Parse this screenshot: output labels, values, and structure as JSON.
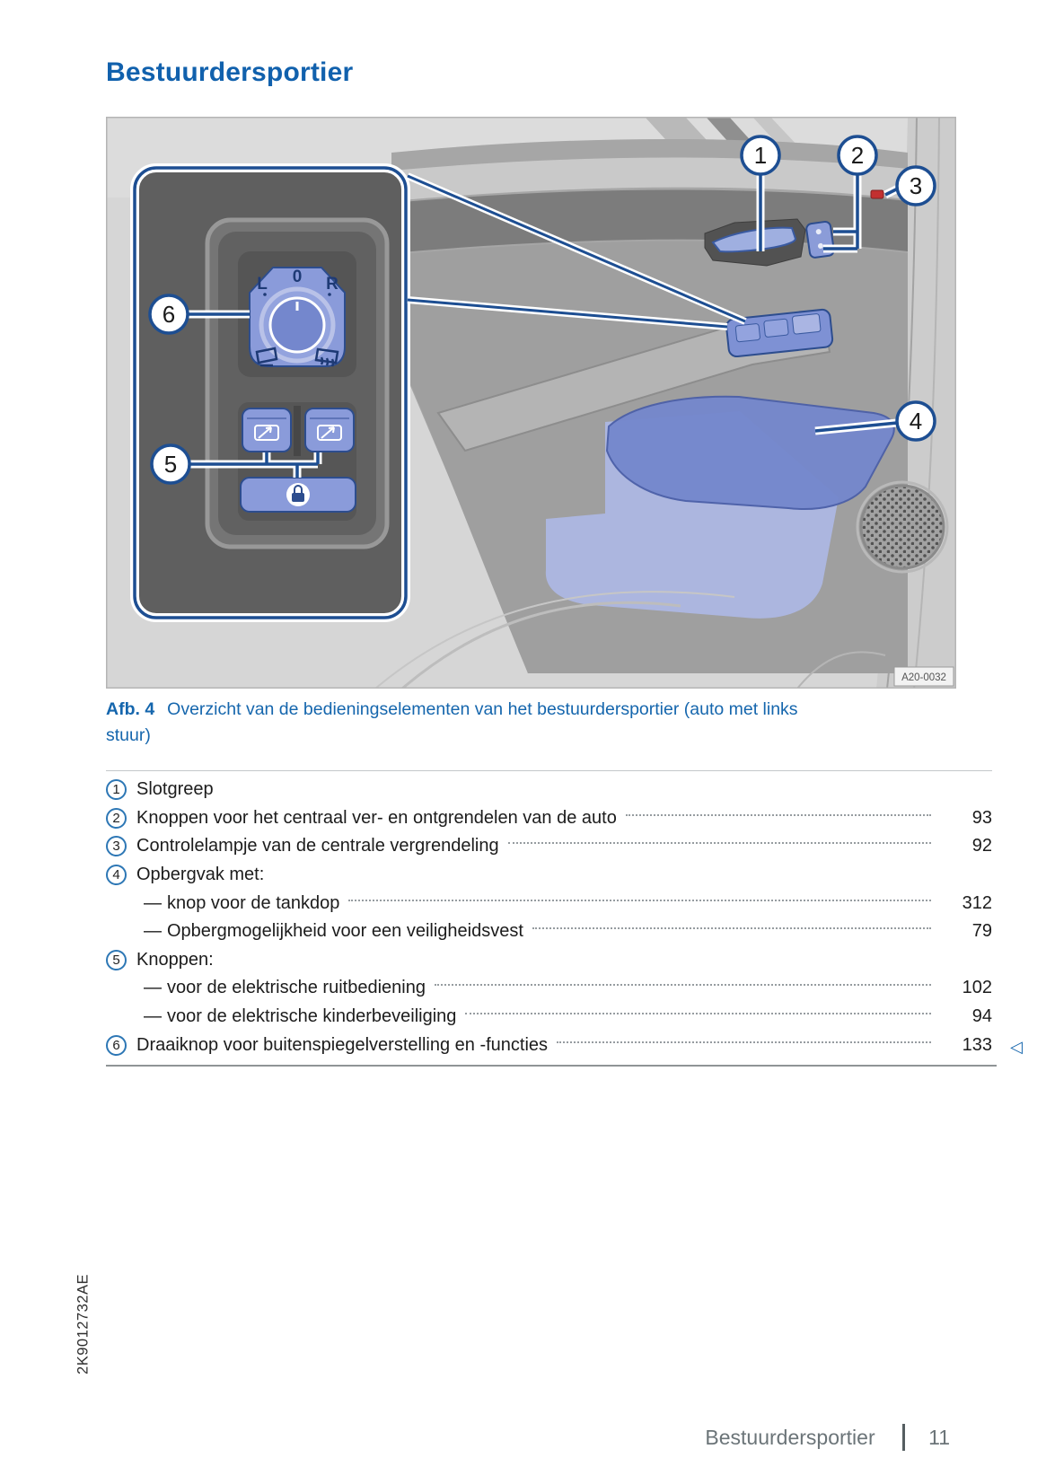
{
  "page": {
    "title": "Bestuurdersportier",
    "side_code": "2K9012732AE",
    "footer": {
      "section": "Bestuurdersportier",
      "page_number": "11"
    }
  },
  "figure": {
    "caption_label": "Afb. 4",
    "caption_text": "Overzicht van de bedieningselementen van het bestuurdersportier (auto met links stuur)",
    "image_code": "A20-0032",
    "callouts": [
      "1",
      "2",
      "3",
      "4",
      "5",
      "6"
    ],
    "mirror_labels": {
      "left": "L",
      "neutral": "0",
      "right": "R"
    }
  },
  "legend": {
    "dash_char": "—",
    "end_marker_char": "◁",
    "rows": [
      {
        "marker": "1",
        "text": "Slotgreep",
        "page": ""
      },
      {
        "marker": "2",
        "text": "Knoppen voor het centraal ver- en ontgrendelen van de auto",
        "page": "93"
      },
      {
        "marker": "3",
        "text": "Controlelampje van de centrale vergrendeling",
        "page": "92"
      },
      {
        "marker": "4",
        "text": "Opbergvak met:",
        "page": ""
      },
      {
        "dash": true,
        "text": "knop voor de tankdop",
        "page": "312"
      },
      {
        "dash": true,
        "text": "Opbergmogelijkheid voor een veiligheidsvest",
        "page": "79"
      },
      {
        "marker": "5",
        "text": "Knoppen:",
        "page": ""
      },
      {
        "dash": true,
        "text": "voor de elektrische ruitbediening",
        "page": "102"
      },
      {
        "dash": true,
        "text": "voor de elektrische kinderbeveiliging",
        "page": "94"
      },
      {
        "marker": "6",
        "text": "Draaiknop voor buitenspiegelverstelling en -functies",
        "page": "133",
        "end_marker": true
      }
    ]
  },
  "colors": {
    "accent_blue": "#1161ad",
    "caption_blue": "#1566ad",
    "callout_stroke": "#1d4e92",
    "highlight_blue": "#8a9bda",
    "lamp_red": "#c23030"
  }
}
